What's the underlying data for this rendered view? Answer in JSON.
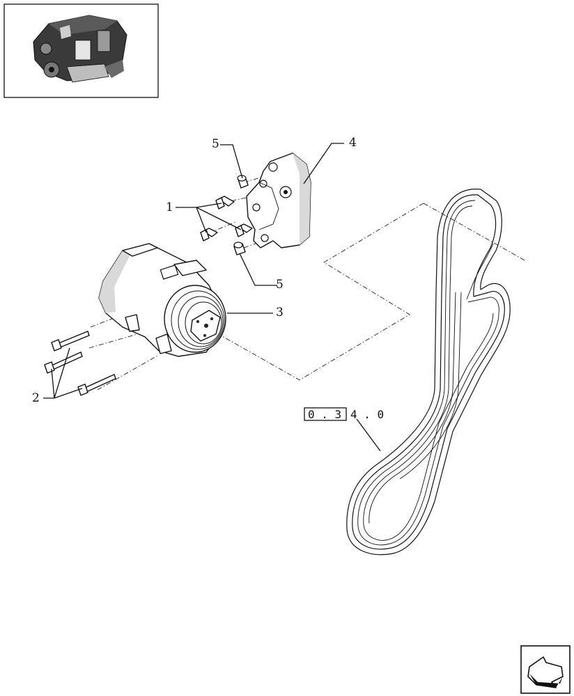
{
  "thumbnail": {
    "icon": "engine-icon"
  },
  "callouts": {
    "c1": "1",
    "c2": "2",
    "c3": "3",
    "c4": "4",
    "c5_top": "5",
    "c5_bottom": "5"
  },
  "reference": {
    "boxed": "0 . 3",
    "rest": "4 . 0"
  },
  "nav": {
    "icon": "next-page-arrow-icon"
  }
}
